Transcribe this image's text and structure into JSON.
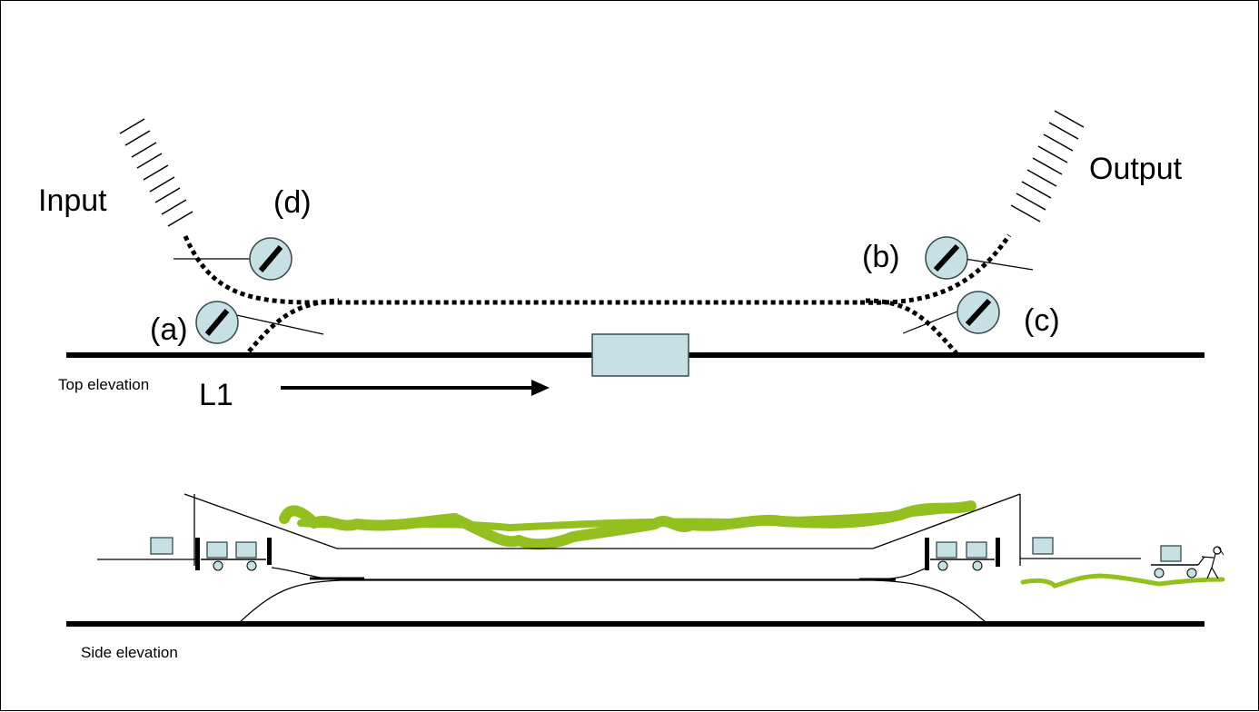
{
  "labels": {
    "input": "Input",
    "output": "Output",
    "a": "(a)",
    "b": "(b)",
    "c": "(c)",
    "d": "(d)",
    "l1": "L1",
    "top_elevation": "Top elevation",
    "side_elevation": "Side elevation"
  },
  "colors": {
    "line": "#000000",
    "box_fill": "#c6e0e4",
    "box_stroke": "#3a4a4e",
    "green": "#93c01f"
  }
}
